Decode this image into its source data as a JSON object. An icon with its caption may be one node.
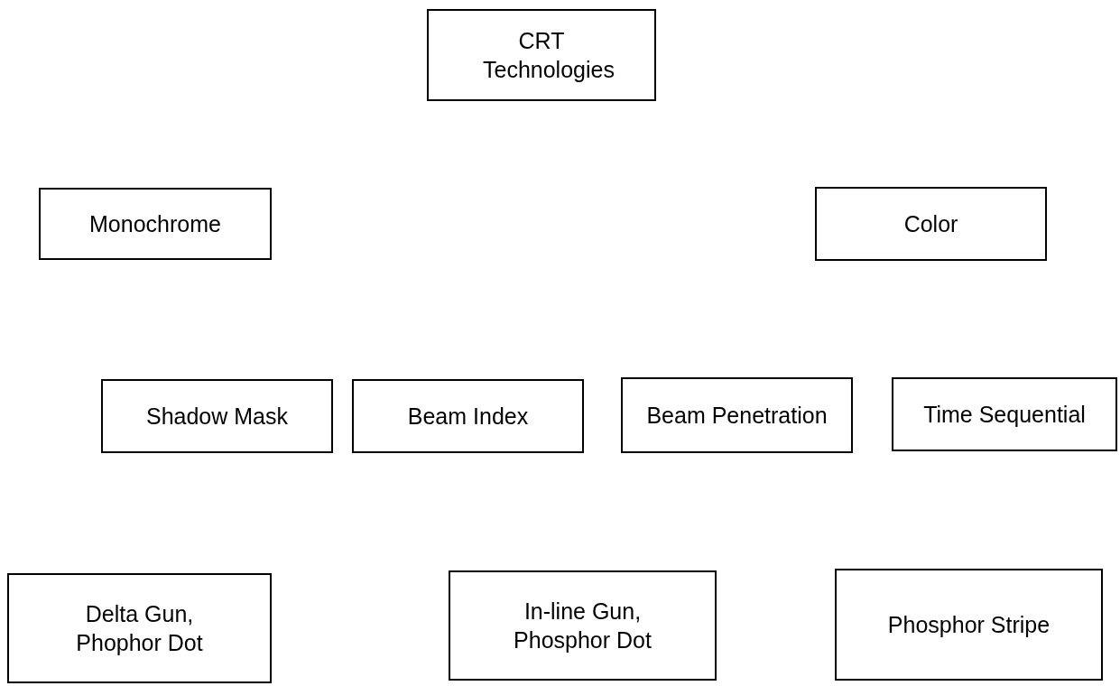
{
  "diagram": {
    "nodes": [
      {
        "text": [
          "CRT Technologies"
        ]
      },
      {
        "text": [
          "Monochrome"
        ]
      },
      {
        "text": [
          "Color"
        ]
      },
      {
        "text": [
          "Shadow Mask"
        ]
      },
      {
        "text": [
          "Beam Index"
        ]
      },
      {
        "text": [
          "Beam Penetration"
        ]
      },
      {
        "text": [
          "Time Sequential"
        ]
      },
      {
        "text": [
          "Delta Gun, Phophor Dot"
        ]
      },
      {
        "text": [
          "In-line Gun, Phosphor Dot"
        ]
      },
      {
        "text": [
          "Phosphor Stripe"
        ]
      }
    ]
  }
}
